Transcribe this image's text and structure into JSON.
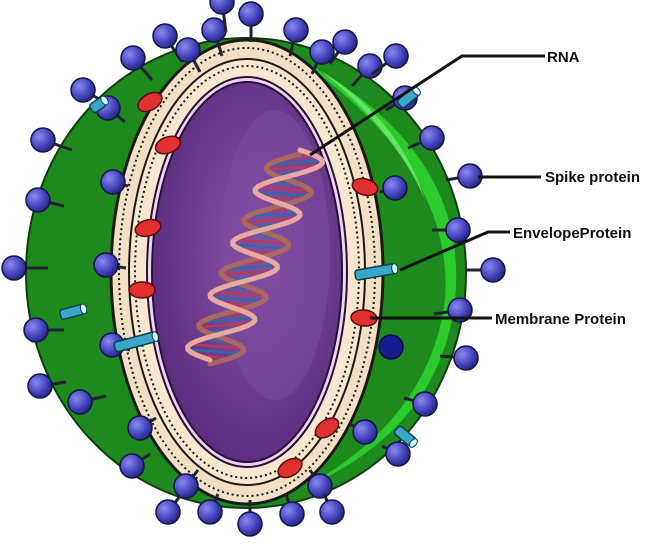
{
  "labels": {
    "rna": "RNA",
    "spike_protein": "Spike protein",
    "envelope_protein": "EnvelopeProtein",
    "membrane_protein": "Membrane Protein"
  },
  "colors": {
    "background": "#ffffff",
    "outer_shell": "#1f8a1f",
    "shell_highlight": "#33dd33",
    "shell_dark": "#0f5a0f",
    "spike_head": "#5050c8",
    "spike_stalk": "#222233",
    "membrane_band": "#f1dcc0",
    "membrane_protein": "#e03030",
    "envelope_protein": "#3aa7c8",
    "core_outer": "#5a2a7a",
    "core_inner": "#7d4aa0",
    "rna_strand": "#e7a9a0",
    "label_text": "#111111"
  },
  "icons": {
    "spike": "spike-protein-icon",
    "membrane": "membrane-protein-icon",
    "envelope": "envelope-protein-icon"
  }
}
